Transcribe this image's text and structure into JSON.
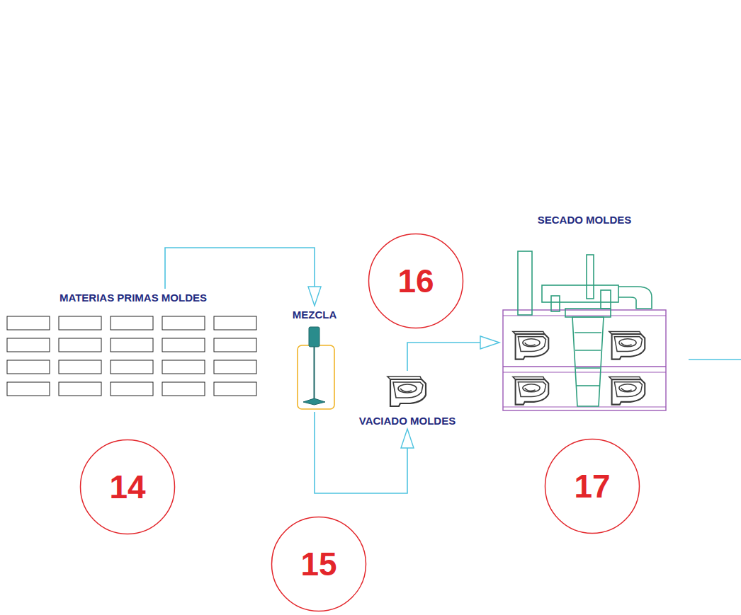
{
  "diagram": {
    "nodes": [
      {
        "text": [
          "MATERIAS PRIMAS MOLDES"
        ]
      },
      {
        "text": [
          "MEZCLA"
        ]
      },
      {
        "text": [
          "VACIADO MOLDES"
        ]
      },
      {
        "text": [
          "SECADO MOLDES"
        ]
      },
      {
        "text": [
          "14"
        ]
      },
      {
        "text": [
          "15"
        ]
      },
      {
        "text": [
          "16"
        ]
      },
      {
        "text": [
          "17"
        ]
      }
    ],
    "edges": [
      {
        "from": 0,
        "to": 1,
        "arrow": "to"
      },
      {
        "from": 1,
        "to": 2,
        "arrow": "to"
      },
      {
        "from": 2,
        "to": 3,
        "arrow": "to"
      }
    ]
  }
}
